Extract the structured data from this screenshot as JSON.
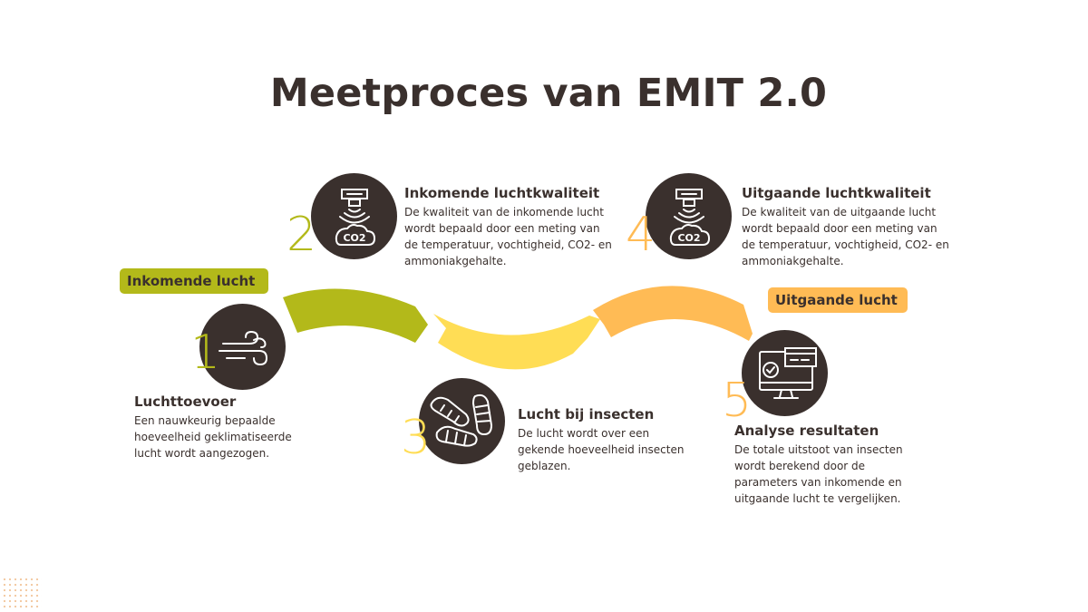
{
  "title": "Meetproces van EMIT 2.0",
  "tags": {
    "incoming": "Inkomende lucht",
    "outgoing": "Uitgaande lucht"
  },
  "steps": [
    {
      "number": "1",
      "heading": "Luchttoevoer",
      "body": "Een nauwkeurig bepaalde hoeveelheid geklimatiseerde lucht wordt aangezogen.",
      "icon": "wind-icon"
    },
    {
      "number": "2",
      "heading": "Inkomende luchtkwaliteit",
      "body": "De kwaliteit van de inkomende lucht wordt bepaald door een meting van de temperatuur, vochtigheid, CO2- en ammoniakgehalte.",
      "icon": "co2-sensor-icon",
      "icon_text": "CO2"
    },
    {
      "number": "3",
      "heading": "Lucht bij insecten",
      "body": "De lucht wordt over een gekende hoeveelheid insecten geblazen.",
      "icon": "larvae-icon"
    },
    {
      "number": "4",
      "heading": "Uitgaande luchtkwaliteit",
      "body": "De kwaliteit van de uitgaande lucht wordt bepaald door een meting van de temperatuur, vochtigheid, CO2- en ammoniakgehalte.",
      "icon": "co2-sensor-icon",
      "icon_text": "CO2"
    },
    {
      "number": "5",
      "heading": "Analyse resultaten",
      "body": "De totale uitstoot van insecten wordt berekend door de parameters van inkomende en uitgaande lucht te vergelijken.",
      "icon": "computer-check-icon"
    }
  ],
  "colors": {
    "dark": "#3a302d",
    "green": "#b3b91a",
    "yellow": "#ffdd55",
    "orange": "#ffbb55"
  }
}
